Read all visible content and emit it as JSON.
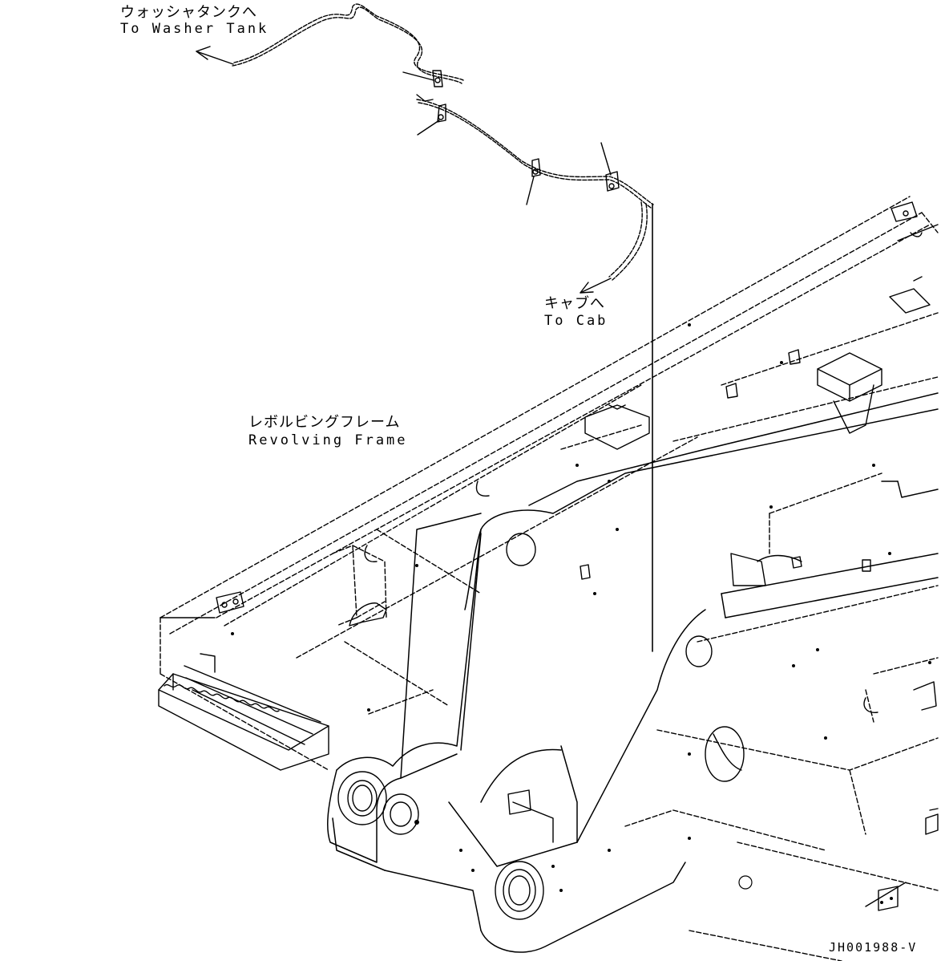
{
  "labels": {
    "washer_tank_jp": "ウォッシャタンクへ",
    "washer_tank_en": "To Washer Tank",
    "cab_jp": "キャブへ",
    "cab_en": "To Cab",
    "revolving_frame_jp": "レボルビングフレーム",
    "revolving_frame_en": "Revolving Frame",
    "drawing_code": "JH001988-V"
  }
}
